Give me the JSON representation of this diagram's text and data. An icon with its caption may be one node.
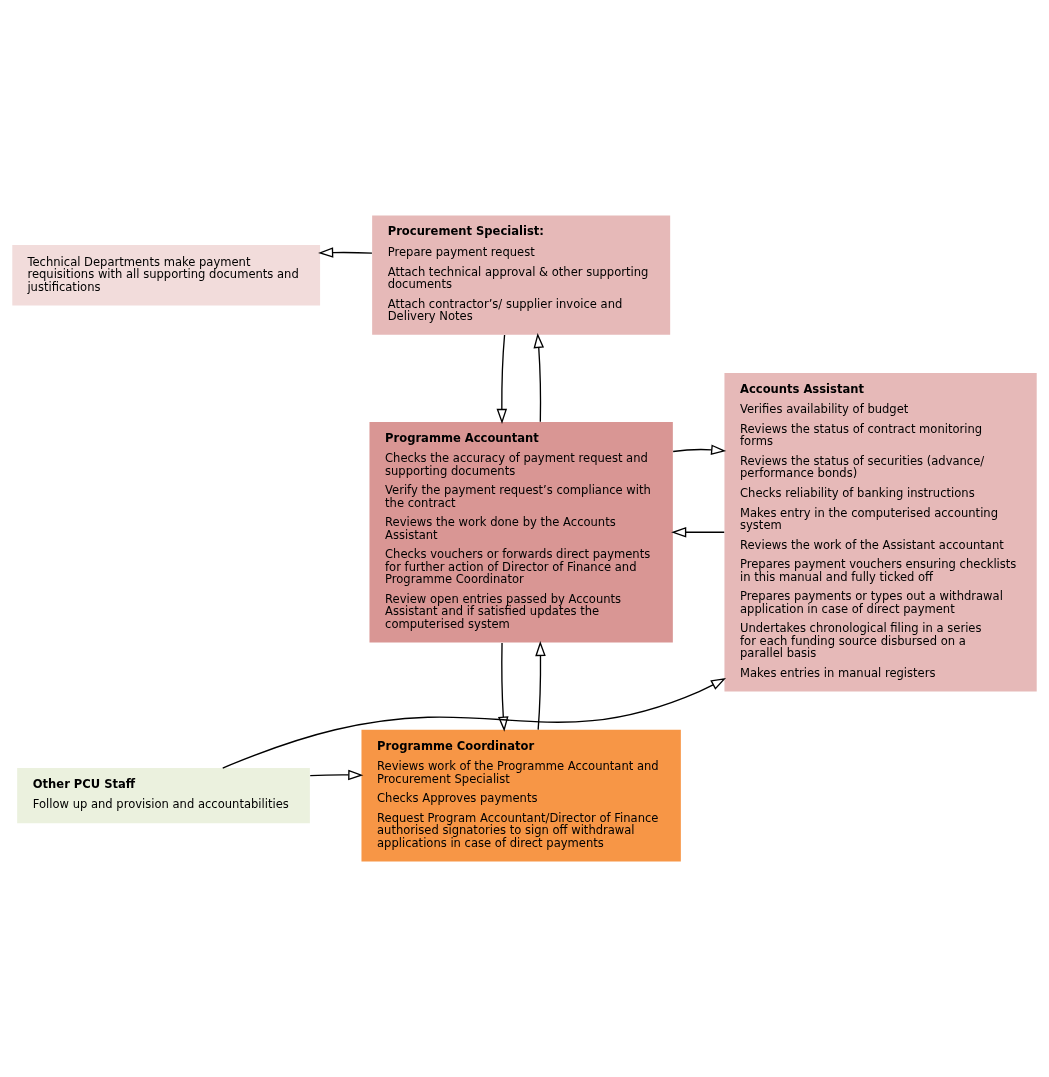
{
  "diagram": {
    "nodes": [
      {
        "text": [
          "Technical Departments make payment requisitions with all supporting documents and justifications"
        ]
      },
      {
        "text": [
          "Procurement Specialist:",
          "Prepare payment request",
          "Attach technical approval & other supporting documents",
          "Attach contractor’s/ supplier invoice and Delivery Notes"
        ]
      },
      {
        "text": [
          "Accounts Assistant",
          "Verifies availability of budget",
          "Reviews the status of contract monitoring forms",
          "Reviews the status of securities (advance/ performance bonds)",
          "Checks reliability of banking instructions",
          "Makes entry in the computerised accounting system",
          "Reviews the work of the Assistant accountant",
          "Prepares payment vouchers ensuring checklists in this manual and fully ticked off",
          "Prepares payments or types out a withdrawal application in case of direct payment",
          "Undertakes chronological filing in a series for each funding source disbursed on a parallel basis",
          "Makes entries in manual registers"
        ]
      },
      {
        "text": [
          "Programme Accountant",
          "Checks the accuracy of payment request and supporting documents",
          "Verify the payment request’s compliance with the contract",
          "Reviews the work done by the Accounts Assistant",
          "Checks vouchers or forwards direct payments for further action of Director of Finance and Programme Coordinator",
          "Review open entries passed by Accounts Assistant and if satisfied updates the computerised system"
        ]
      },
      {
        "text": [
          "Other PCU Staff",
          "Follow up and provision and accountabilities"
        ]
      },
      {
        "text": [
          "Programme Coordinator",
          "Reviews work of the Programme Accountant and Procurement Specialist",
          "Checks Approves payments",
          "Request Program Accountant/Director of Finance authorised signatories to sign off withdrawal applications in case of direct payments"
        ]
      }
    ],
    "edges": [
      {
        "from": 1,
        "to": 0,
        "arrow": "to"
      },
      {
        "from": 3,
        "to": 1,
        "arrow": "to"
      },
      {
        "from": 1,
        "to": 3,
        "arrow": "to"
      },
      {
        "from": 2,
        "to": 3,
        "arrow": "to"
      },
      {
        "from": 3,
        "to": 2,
        "arrow": "to"
      },
      {
        "from": 4,
        "to": 2,
        "arrow": "to"
      },
      {
        "from": 4,
        "to": 5,
        "arrow": "to"
      },
      {
        "from": 5,
        "to": 3,
        "arrow": "to"
      },
      {
        "from": 3,
        "to": 5,
        "arrow": "to"
      }
    ]
  }
}
